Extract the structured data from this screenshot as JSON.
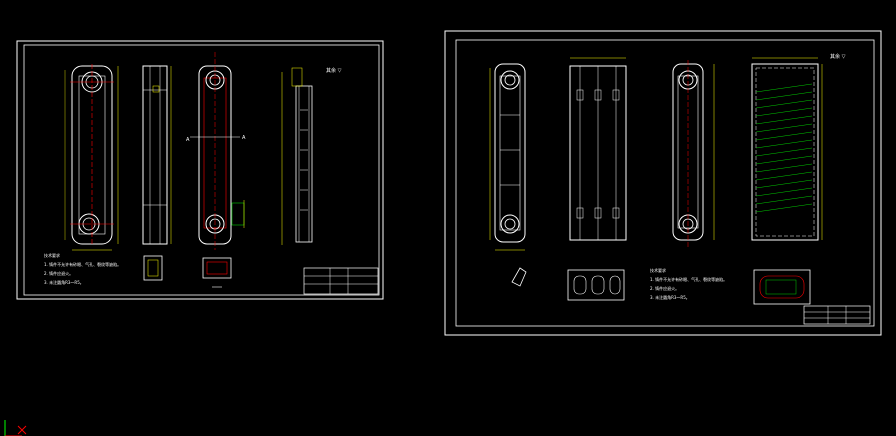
{
  "viewport": {
    "background": "#000000"
  },
  "colors": {
    "frame": "#ffffff",
    "outline": "#ffffff",
    "dimension": "#ffff00",
    "centerline": "#ff0000",
    "hatch": "#00cc00",
    "annotation": "#ffff00",
    "ucs_x": "#ff0000",
    "ucs_y": "#00ff00"
  },
  "sheets": [
    {
      "id": "sheet-1",
      "corner_label": "其余 ▽",
      "notes_title": "技术要求",
      "notes": [
        "1.  铸件不允许有砂眼、气孔、裂纹等缺陷。",
        "2.  铸件应退火。",
        "3.  未注圆角R3～R5。"
      ],
      "section_labels": [
        "A",
        "A"
      ]
    },
    {
      "id": "sheet-2",
      "corner_label": "其余 ▽",
      "notes_title": "技术要求",
      "notes": [
        "1.  铸件不允许有砂眼、气孔、裂纹等缺陷。",
        "2.  铸件应退火。",
        "3.  未注圆角R3～R5。"
      ]
    }
  ],
  "icons": {
    "ucs": "ucs-axis-icon"
  }
}
